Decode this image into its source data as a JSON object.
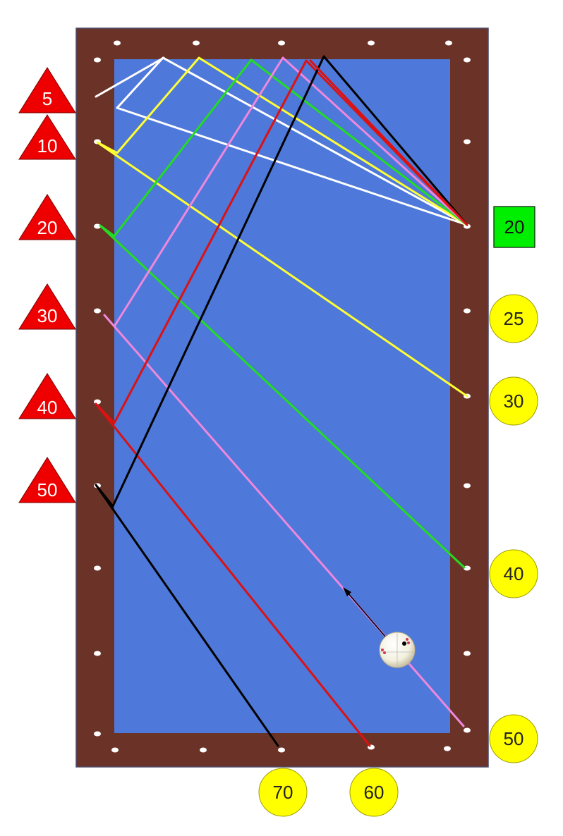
{
  "colors": {
    "cushion": "#6b3328",
    "cloth": "#4e78d9",
    "diamond": "#ffffff",
    "triangle": "#ee0000",
    "triangle_text": "#ffffff",
    "circle": "#ffff00",
    "circle_text": "#222222",
    "square": "#00ee00",
    "square_text": "#111111"
  },
  "left_markers": [
    {
      "text": "5"
    },
    {
      "text": "10"
    },
    {
      "text": "20"
    },
    {
      "text": "30"
    },
    {
      "text": "40"
    },
    {
      "text": "50"
    }
  ],
  "start_marker": {
    "text": "20"
  },
  "right_markers": [
    {
      "text": "25"
    },
    {
      "text": "30"
    },
    {
      "text": "40"
    },
    {
      "text": "50"
    }
  ],
  "bottom_markers": [
    {
      "text": "70"
    },
    {
      "text": "60"
    }
  ],
  "paths": [
    {
      "color": "#ffffff",
      "name": "white"
    },
    {
      "color": "#ffff33",
      "name": "yellow"
    },
    {
      "color": "#22dd22",
      "name": "green"
    },
    {
      "color": "#ee88dd",
      "name": "pink"
    },
    {
      "color": "#dd1111",
      "name": "red"
    },
    {
      "color": "#000000",
      "name": "black"
    }
  ],
  "cue_ball": {
    "color": "#f3f0df",
    "mark_color": "#d23a55"
  }
}
